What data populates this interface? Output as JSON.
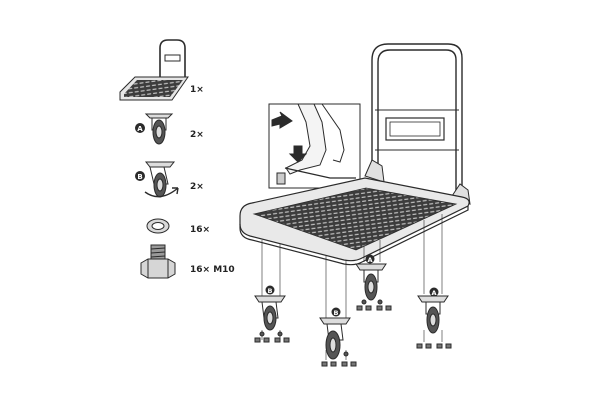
{
  "parts": [
    {
      "qty": "1×"
    },
    {
      "qty": "2×",
      "badge": "A"
    },
    {
      "qty": "2×",
      "badge": "B"
    },
    {
      "qty": "16×"
    },
    {
      "qty": "16× M10"
    }
  ],
  "assembly": {
    "caster_badges": [
      "B",
      "B",
      "A",
      "A"
    ]
  },
  "colors": {
    "line": "#2b2b2b",
    "fill_dark": "#3a3a3a",
    "deck": "#e9e9e9"
  }
}
